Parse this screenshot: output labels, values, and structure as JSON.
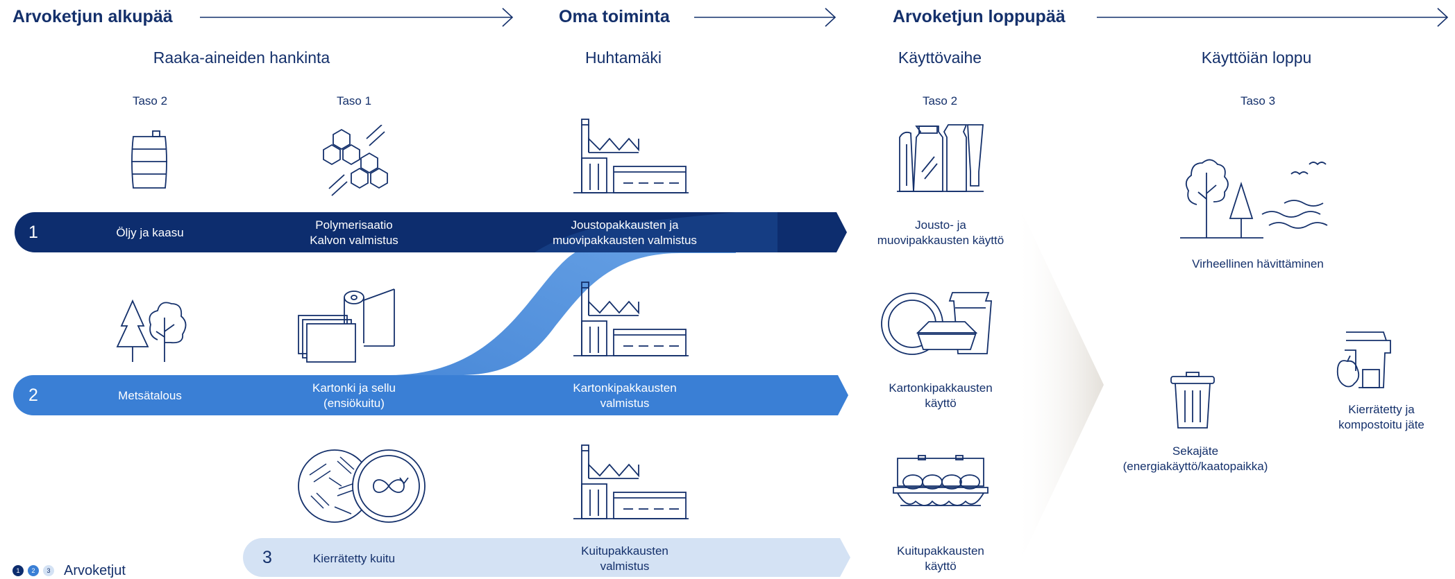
{
  "headers": {
    "upstream": "Arvoketjun alkupää",
    "own": "Oma toiminta",
    "downstream": "Arvoketjun loppupää"
  },
  "stages": {
    "sourcing": "Raaka-aineiden hankinta",
    "company": "Huhtamäki",
    "use": "Käyttövaihe",
    "end_of_life": "Käyttöiän loppu"
  },
  "tiers": {
    "t2_left": "Taso 2",
    "t1": "Taso 1",
    "t2_use": "Taso 2",
    "t3": "Taso 3"
  },
  "chains": [
    {
      "number": "1",
      "source": [
        "Öljy ja kaasu"
      ],
      "processing": [
        "Polymerisaatio",
        "Kalvon valmistus"
      ],
      "manufacturing": [
        "Joustopakkausten ja",
        "muovipakkausten valmistus"
      ],
      "use": [
        "Jousto- ja",
        "muovipakkausten käyttö"
      ],
      "color": "#0d2d6e"
    },
    {
      "number": "2",
      "source": [
        "Metsätalous"
      ],
      "processing": [
        "Kartonki ja sellu",
        "(ensiökuitu)"
      ],
      "manufacturing": [
        "Kartonkipakkausten",
        "valmistus"
      ],
      "use": [
        "Kartonkipakkausten",
        "käyttö"
      ],
      "color": "#3a7fd5"
    },
    {
      "number": "3",
      "source": [
        "Kierrätetty kuitu"
      ],
      "processing": [],
      "manufacturing": [
        "Kuitupakkausten",
        "valmistus"
      ],
      "use": [
        "Kuitupakkausten",
        "käyttö"
      ],
      "color": "#d4e2f4"
    }
  ],
  "end_of_life_items": {
    "improper": "Virheellinen hävittäminen",
    "mixed_1": "Sekajäte",
    "mixed_2": "(energiakäyttö/kaatopaikka)",
    "recycled_1": "Kierrätetty ja",
    "recycled_2": "kompostoitu jäte"
  },
  "legend": {
    "label": "Arvoketjut",
    "dots": [
      "1",
      "2",
      "3"
    ]
  },
  "icons": [
    "barrel-icon",
    "polymer-icon",
    "factory-icon",
    "flexible-packaging-icon",
    "forest-icon",
    "paper-roll-icon",
    "plates-icon",
    "recycled-fiber-icon",
    "egg-carton-icon",
    "nature-litter-icon",
    "trash-bin-icon",
    "compost-bin-icon"
  ]
}
